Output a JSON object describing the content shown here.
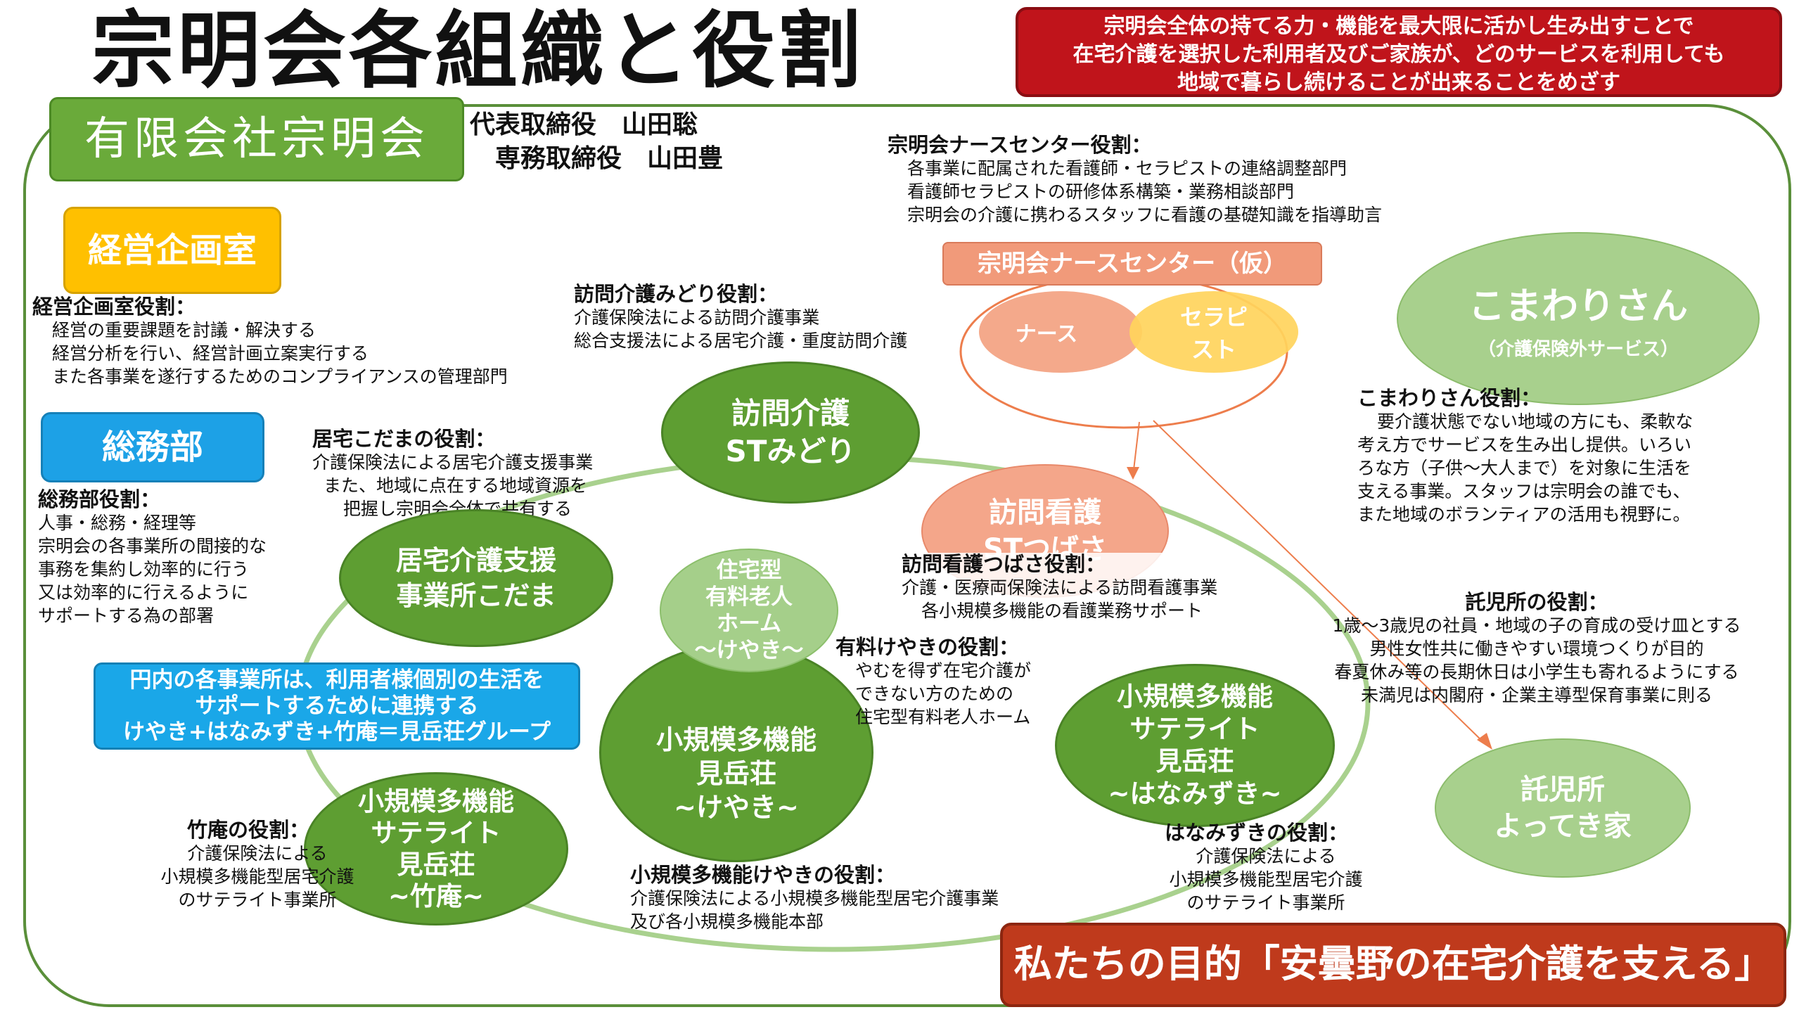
{
  "title": "宗明会各組織と役割",
  "mission": [
    "宗明会全体の持てる力・機能を最大限に活かし生み出すことで",
    "在宅介護を選択した利用者及びご家族が、どのサービスを利用しても",
    "地域で暮らし続けることが出来ることをめざす"
  ],
  "company": {
    "name": "有限会社宗明会",
    "executives": [
      "代表取締役　山田聡",
      "専務取締役　山田豊"
    ]
  },
  "planning": {
    "label": "経営企画室",
    "role_title": "経営企画室役割：",
    "roles": [
      "経営の重要課題を討議・解決する",
      "経営分析を行い、経営計画立案実行する",
      "また各事業を遂行するためのコンプライアンスの管理部門"
    ]
  },
  "general": {
    "label": "総務部",
    "role_title": "総務部役割：",
    "roles": [
      "人事・総務・経理等",
      "宗明会の各事業所の間接的な",
      "事務を集約し効率的に行う",
      "又は効率的に行えるように",
      "サポートする為の部署"
    ]
  },
  "nurse_center": {
    "role_title": "宗明会ナースセンター役割：",
    "roles": [
      "各事業に配属された看護師・セラピストの連絡調整部門",
      "看護師セラピストの研修体系構築・業務相談部門",
      "宗明会の介護に携わるスタッフに看護の基礎知識を指導助言"
    ],
    "label": "宗明会ナースセンター（仮）",
    "nurse": "ナース",
    "therapist": [
      "セラピ",
      "スト"
    ]
  },
  "komawari": {
    "name": "こまわりさん",
    "sub": "（介護保険外サービス）",
    "role_title": "こまわりさん役割：",
    "roles": [
      "要介護状態でない地域の方にも、柔軟な",
      "考え方でサービスを生み出し提供。いろい",
      "ろな方（子供〜大人まで）を対象に生活を",
      "支える事業。スタッフは宗明会の誰でも、",
      "また地域のボランティアの活用も視野に。"
    ]
  },
  "midori": {
    "name": [
      "訪問介護",
      "STみどり"
    ],
    "role_title": "訪問介護みどり役割：",
    "roles": [
      "介護保険法による訪問介護事業",
      "総合支援法による居宅介護・重度訪問介護"
    ]
  },
  "kodama": {
    "name": [
      "居宅介護支援",
      "事業所こだま"
    ],
    "role_title": "居宅こだまの役割：",
    "roles": [
      "介護保険法による居宅介護支援事業",
      "また、地域に点在する地域資源を",
      "把握し宗明会全体で共有する"
    ]
  },
  "tsubasa": {
    "name": [
      "訪問看護",
      "STつばさ"
    ],
    "role_title": "訪問看護つばさ役割：",
    "roles": [
      "介護・医療両保険法による訪問看護事業",
      "各小規模多機能の看護業務サポート"
    ]
  },
  "nursing_home": {
    "name": [
      "住宅型",
      "有料老人",
      "ホーム",
      "〜けやき〜"
    ],
    "role_title": "有料けやきの役割：",
    "roles": [
      "やむを得ず在宅介護が",
      "できない方のための",
      "住宅型有料老人ホーム"
    ]
  },
  "keyaki": {
    "name": [
      "小規模多機能",
      "見岳荘",
      "~けやき~"
    ],
    "role_title": "小規模多機能けやきの役割：",
    "roles": [
      "介護保険法による小規模多機能型居宅介護事業",
      "及び各小規模多機能本部"
    ]
  },
  "hanamizuki": {
    "name": [
      "小規模多機能",
      "サテライト",
      "見岳荘",
      "~はなみずき~"
    ],
    "role_title": "はなみずきの役割：",
    "roles": [
      "介護保険法による",
      "小規模多機能型居宅介護",
      "のサテライト事業所"
    ]
  },
  "chikuan": {
    "name": [
      "小規模多機能",
      "サテライト",
      "見岳荘",
      "~竹庵~"
    ],
    "role_title": "竹庵の役割：",
    "roles": [
      "介護保険法による",
      "小規模多機能型居宅介護",
      "のサテライト事業所"
    ]
  },
  "nursery": {
    "name": [
      "託児所",
      "よってき家"
    ],
    "role_title": "託児所の役割：",
    "roles": [
      "1歳〜3歳児の社員・地域の子の育成の受け皿とする",
      "男性女性共に働きやすい環境つくりが目的",
      "春夏休み等の長期休日は小学生も寄れるようにする",
      "未満児は内閣府・企業主導型保育事業に則る"
    ]
  },
  "group_note": [
    "円内の各事業所は、利用者様個別の生活を",
    "サポートするために連携する",
    "けやき+はなみずき+竹庵＝見岳荘グループ"
  ],
  "purpose": "私たちの目的「安曇野の在宅介護を支える」",
  "colors": {
    "green": "#5e9e32",
    "light_green": "#8fc06a",
    "salmon": "#f19a7a",
    "red": "#c0141b"
  }
}
